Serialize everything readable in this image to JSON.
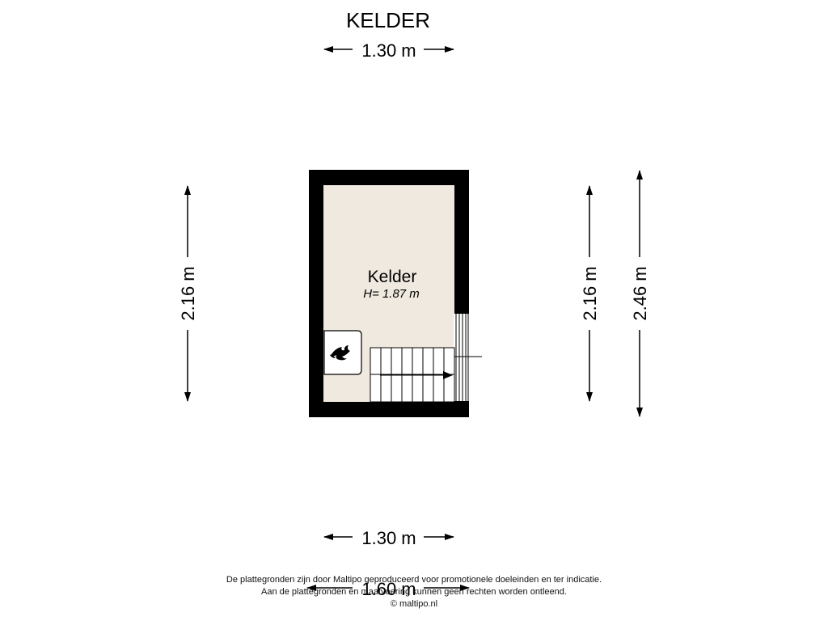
{
  "floor": {
    "title": "KELDER"
  },
  "dimensions": {
    "top_width": "1.30 m",
    "bottom_width": "1.30 m",
    "bottom_outer_width": "1.60 m",
    "left_height": "2.16 m",
    "right_inner_height": "2.16 m",
    "right_outer_height": "2.46 m"
  },
  "room": {
    "name": "Kelder",
    "height": "H= 1.87 m"
  },
  "icons": {
    "boiler": "flame-icon",
    "stair_direction": "arrow-right-icon"
  },
  "colors": {
    "wall": "#000000",
    "floor": "#efe9df"
  },
  "footer": {
    "line1": "De plattegronden zijn door Maltipo geproduceerd voor promotionele doeleinden en ter indicatie.",
    "line2": "Aan de plattegronden en maatvoering kunnen geen rechten worden ontleend.",
    "line3": "© maltipo.nl"
  }
}
